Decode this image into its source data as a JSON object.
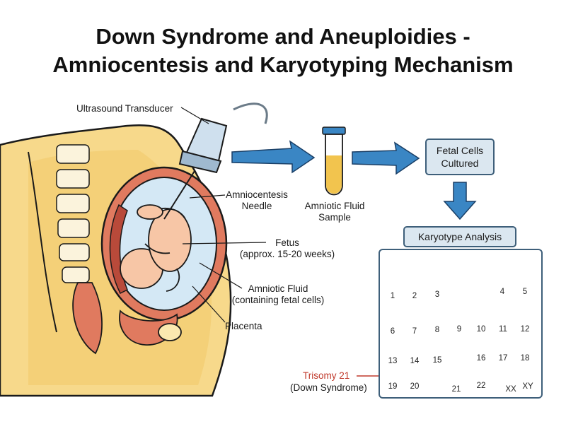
{
  "title": {
    "line1": "Down Syndrome and Aneuploidies -",
    "line2": "Amniocentesis and Karyotyping Mechanism"
  },
  "labels": {
    "transducer": "Ultrasound Transducer",
    "needle_1": "Amniocentesis",
    "needle_2": "Needle",
    "fetus_1": "Fetus",
    "fetus_2": "(approx. 15-20 weeks)",
    "fluid_1": "Amniotic Fluid",
    "fluid_2": "(containing fetal cells)",
    "placenta": "Placenta",
    "sample_1": "Amniotic Fluid",
    "sample_2": "Sample",
    "cells_1": "Fetal Cells",
    "cells_2": "Cultured",
    "karyotype": "Karyotype Analysis",
    "trisomy_1": "Trisomy 21",
    "trisomy_2": "(Down Syndrome)"
  },
  "chromosomes": [
    "1",
    "2",
    "3",
    "4",
    "5",
    "6",
    "7",
    "8",
    "9",
    "10",
    "11",
    "12",
    "13",
    "14",
    "15",
    "16",
    "17",
    "18",
    "19",
    "20",
    "21",
    "22",
    "XX",
    "XY"
  ],
  "colors": {
    "chromosome": "#4a7fb3",
    "trisomy": "#c0392b",
    "arrow": "#3a86c4",
    "skin": "#f7d98b",
    "uterus": "#e07a5f",
    "fluid": "#d4e8f5"
  }
}
